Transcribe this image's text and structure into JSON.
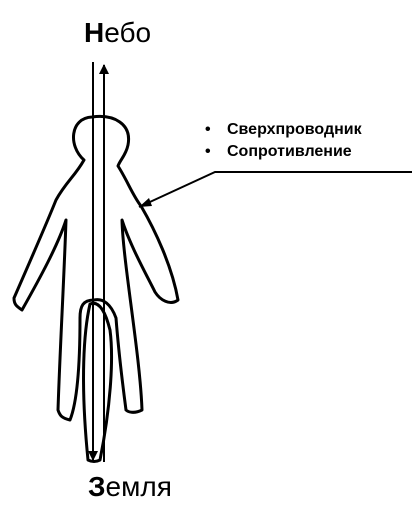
{
  "labels": {
    "top": {
      "first_letter": "Н",
      "rest": "ебо"
    },
    "bottom": {
      "first_letter": "З",
      "rest": "емля"
    }
  },
  "legend": {
    "items": [
      "Сверхпроводник",
      "Сопротивление"
    ]
  }
}
